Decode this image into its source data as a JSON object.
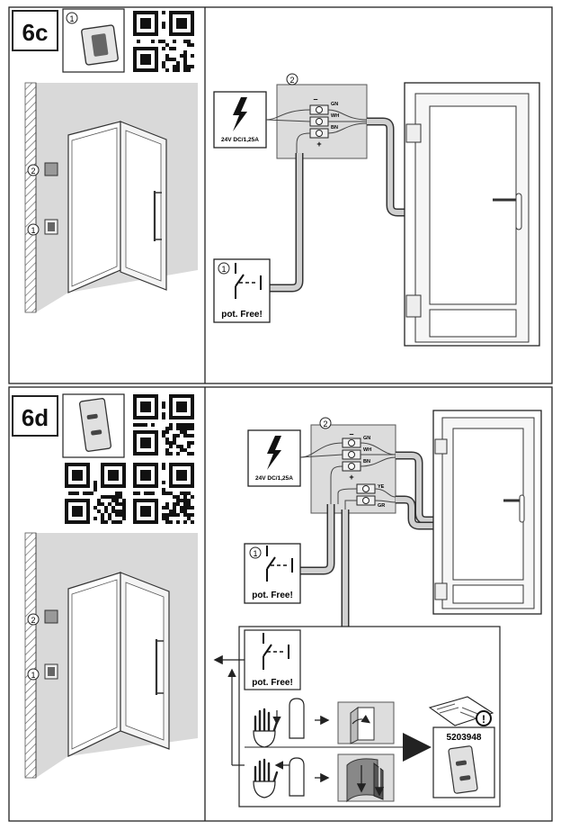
{
  "panels": [
    {
      "id": "6c",
      "label": "6c",
      "callouts": {
        "button": "1",
        "junction": "2"
      },
      "power_label": "24V DC/1,25A",
      "wires": [
        "GN",
        "WH",
        "BN"
      ],
      "polarity": {
        "minus": "–",
        "plus": "+"
      },
      "contact_label": "pot. Free!"
    },
    {
      "id": "6d",
      "label": "6d",
      "callouts": {
        "button": "1",
        "junction": "2"
      },
      "power_label": "24V DC/1,25A",
      "wires": [
        "GN",
        "WH",
        "BN"
      ],
      "extra_wires": [
        "YE",
        "GR"
      ],
      "polarity": {
        "minus": "–",
        "plus": "+"
      },
      "contact_label": "pot. Free!",
      "secondary_contact_label": "pot. Free!",
      "part_number": "5203948",
      "warning_symbol": "!"
    }
  ],
  "icons": {
    "lightning": "lightning-bolt-icon",
    "qr": "qr-code-icon",
    "hand": "hand-icon",
    "arrow": "arrow-icon"
  }
}
